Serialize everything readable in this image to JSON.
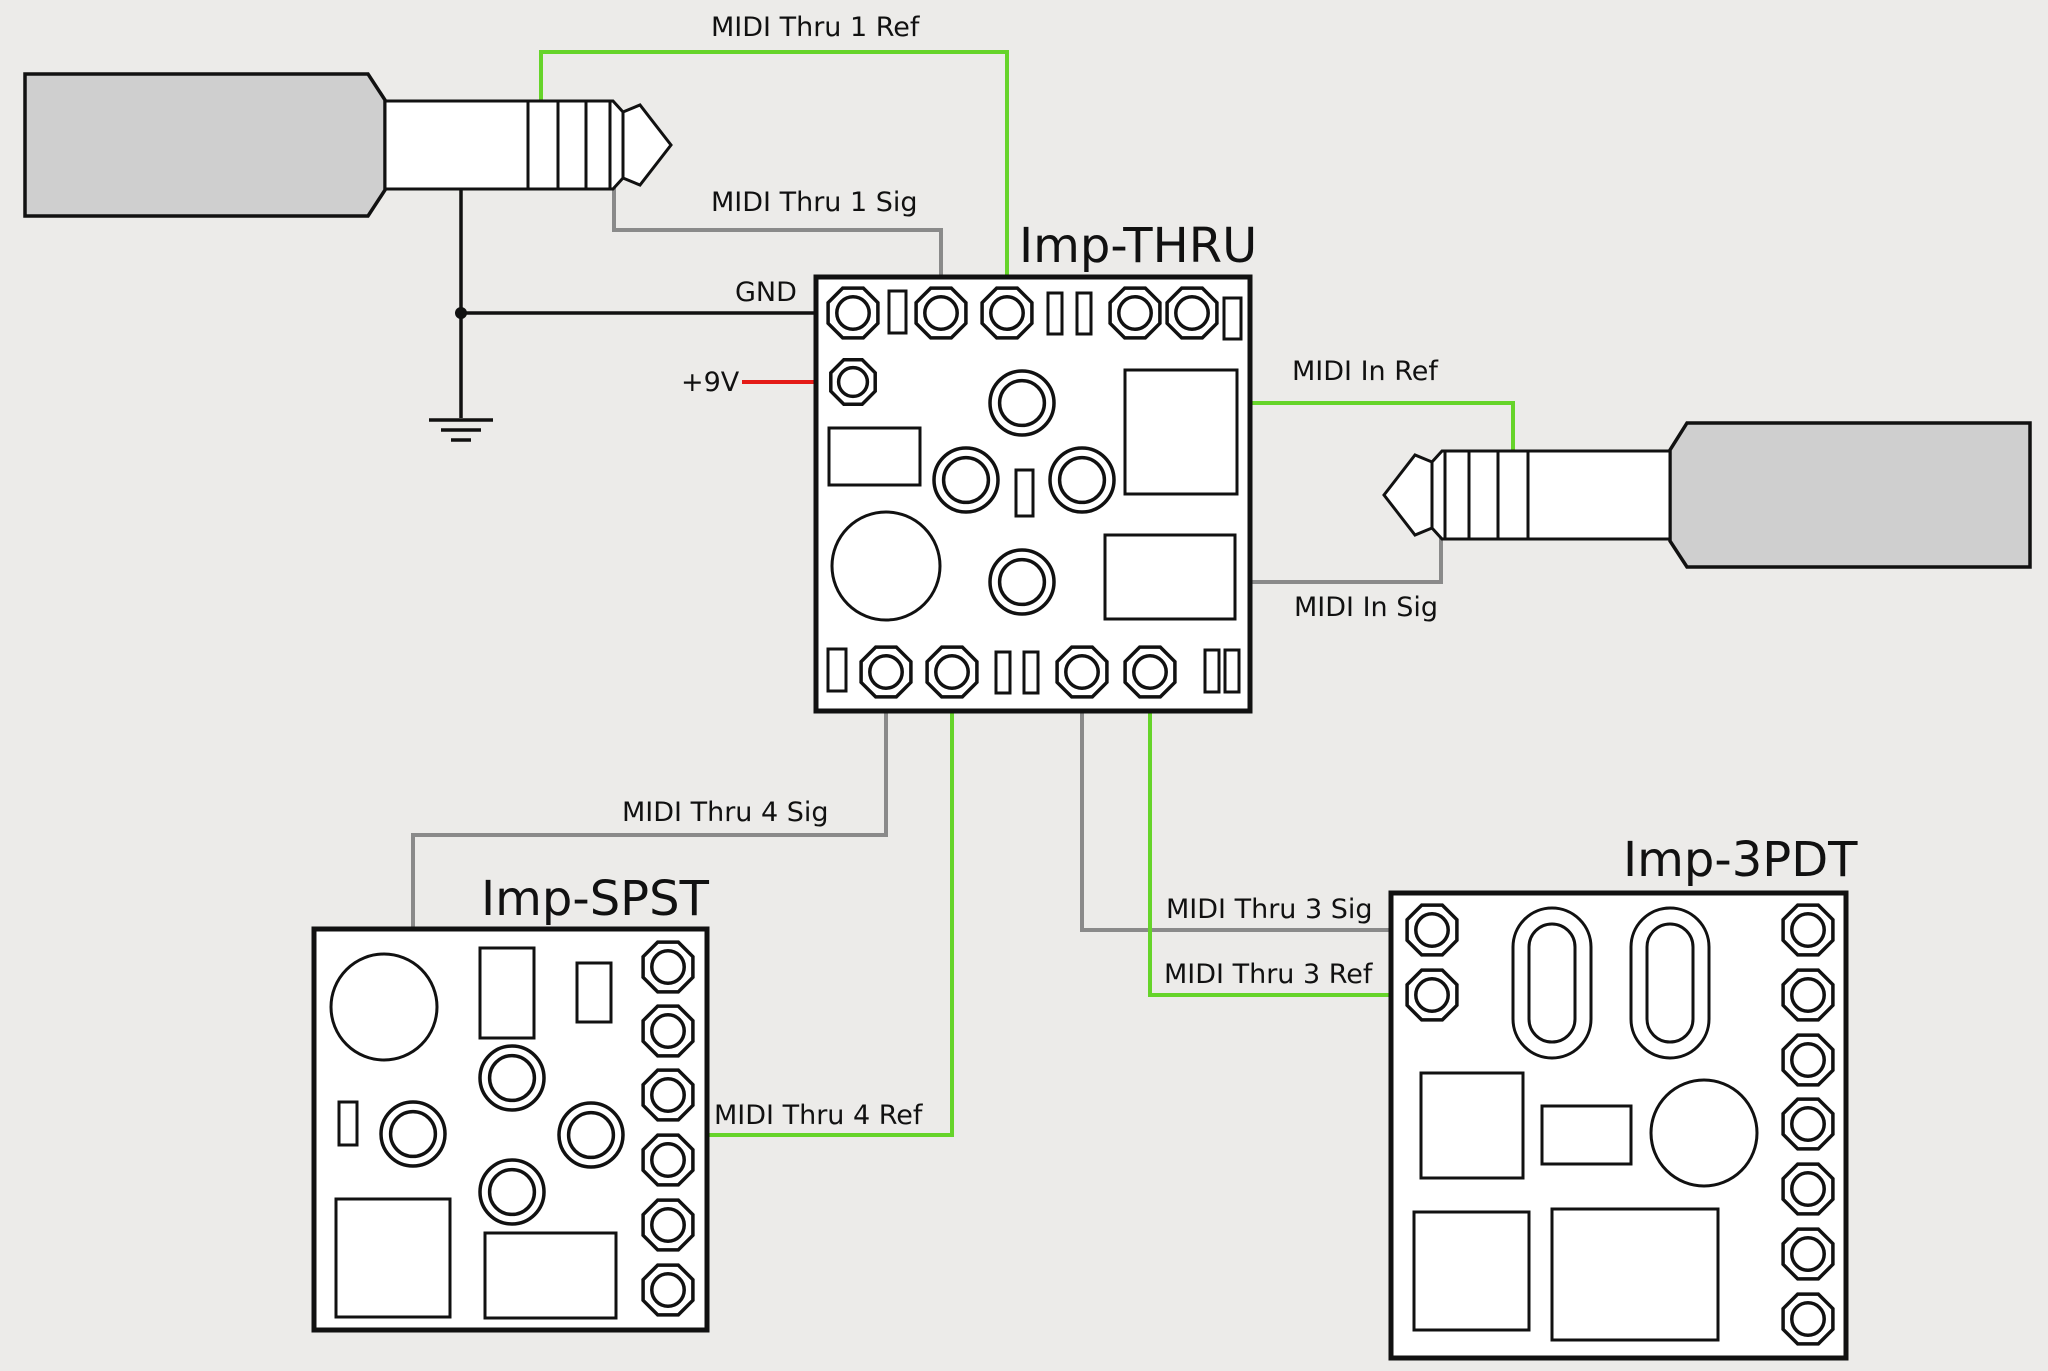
{
  "boards": {
    "thru": {
      "title": "Imp-THRU"
    },
    "spst": {
      "title": "Imp-SPST"
    },
    "threepdt": {
      "title": "Imp-3PDT"
    }
  },
  "wires": {
    "thru1_ref": "MIDI Thru 1 Ref",
    "thru1_sig": "MIDI Thru 1 Sig",
    "gnd": "GND",
    "v9": "+9V",
    "in_ref": "MIDI In Ref",
    "in_sig": "MIDI In Sig",
    "thru4_sig": "MIDI Thru 4 Sig",
    "thru4_ref": "MIDI Thru 4 Ref",
    "thru3_sig": "MIDI Thru 3 Sig",
    "thru3_ref": "MIDI Thru 3 Ref"
  },
  "colors": {
    "ref_wire": "#66d42a",
    "sig_wire": "#8a8a8a",
    "gnd_wire": "#111111",
    "power_wire": "#e41b17",
    "plug_body": "#cfcfcf",
    "background": "#ecebe9"
  },
  "icons": {
    "ground": "ground-symbol-icon",
    "plug": "trs-plug-icon",
    "pad": "solder-pad-icon"
  }
}
